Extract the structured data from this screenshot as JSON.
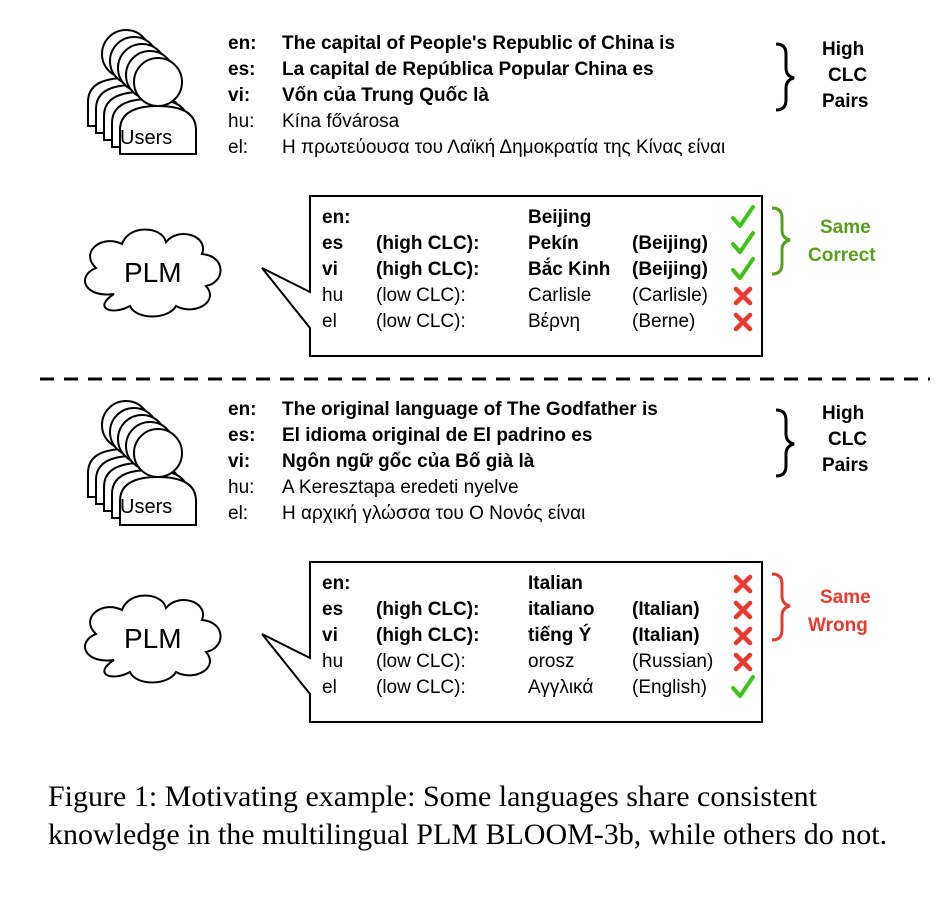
{
  "section1": {
    "users_label": "Users",
    "plm_label": "PLM",
    "prompts": [
      {
        "lang": "en:",
        "text": "The capital of People's Republic of China is",
        "bold": true
      },
      {
        "lang": "es:",
        "text": "La capital de República Popular China es",
        "bold": true
      },
      {
        "lang": "vi:",
        "text": "Vốn của Trung Quốc là",
        "bold": true
      },
      {
        "lang": "hu:",
        "text": "Kína fővárosa",
        "bold": false
      },
      {
        "lang": "el:",
        "text": "Η πρωτεύουσα του Λαϊκή Δημοκρατία της Κίνας είναι",
        "bold": false
      }
    ],
    "high_clc_label": [
      "High",
      "CLC",
      "Pairs"
    ],
    "answers": [
      {
        "lang": "en:",
        "clc": "",
        "answer": "Beijing",
        "gloss": "",
        "mark": "check",
        "bold": true
      },
      {
        "lang": "es",
        "clc": "(high CLC):",
        "answer": "Pekín",
        "gloss": "(Beijing)",
        "mark": "check",
        "bold": true
      },
      {
        "lang": "vi",
        "clc": "(high CLC):",
        "answer": "Bắc Kinh",
        "gloss": "(Beijing)",
        "mark": "check",
        "bold": true
      },
      {
        "lang": "hu",
        "clc": "(low CLC):",
        "answer": "Carlisle",
        "gloss": "(Carlisle)",
        "mark": "cross",
        "bold": false
      },
      {
        "lang": "el",
        "clc": "(low CLC):",
        "answer": "Βέρνη",
        "gloss": "(Berne)",
        "mark": "cross",
        "bold": false
      }
    ],
    "verdict": [
      "Same",
      "Correct"
    ],
    "verdict_color": "#5a9e1e"
  },
  "section2": {
    "users_label": "Users",
    "plm_label": "PLM",
    "prompts": [
      {
        "lang": "en:",
        "text": "The original language of The Godfather is",
        "bold": true
      },
      {
        "lang": "es:",
        "text": "El idioma original de El padrino es",
        "bold": true
      },
      {
        "lang": "vi:",
        "text": "Ngôn ngữ gốc của Bố già là",
        "bold": true
      },
      {
        "lang": "hu:",
        "text": "A Keresztapa eredeti nyelve",
        "bold": false
      },
      {
        "lang": "el:",
        "text": "Η αρχική γλώσσα του Ο Νονός είναι",
        "bold": false
      }
    ],
    "high_clc_label": [
      "High",
      "CLC",
      "Pairs"
    ],
    "answers": [
      {
        "lang": "en:",
        "clc": "",
        "answer": "Italian",
        "gloss": "",
        "mark": "cross",
        "bold": true
      },
      {
        "lang": "es",
        "clc": "(high CLC):",
        "answer": "italiano",
        "gloss": "(Italian)",
        "mark": "cross",
        "bold": true
      },
      {
        "lang": "vi",
        "clc": "(high CLC):",
        "answer": "tiếng Ý",
        "gloss": "(Italian)",
        "mark": "cross",
        "bold": true
      },
      {
        "lang": "hu",
        "clc": "(low CLC):",
        "answer": "orosz",
        "gloss": "(Russian)",
        "mark": "cross",
        "bold": false
      },
      {
        "lang": "el",
        "clc": "(low CLC):",
        "answer": "Αγγλικά",
        "gloss": "(English)",
        "mark": "check",
        "bold": false
      }
    ],
    "verdict": [
      "Same",
      "Wrong"
    ],
    "verdict_color": "#e8392f"
  },
  "colors": {
    "check": "#3fc21a",
    "cross": "#e8392f"
  },
  "caption": "Figure 1: Motivating example: Some languages share consistent knowledge in the multilingual PLM BLOOM-3b, while others do not."
}
